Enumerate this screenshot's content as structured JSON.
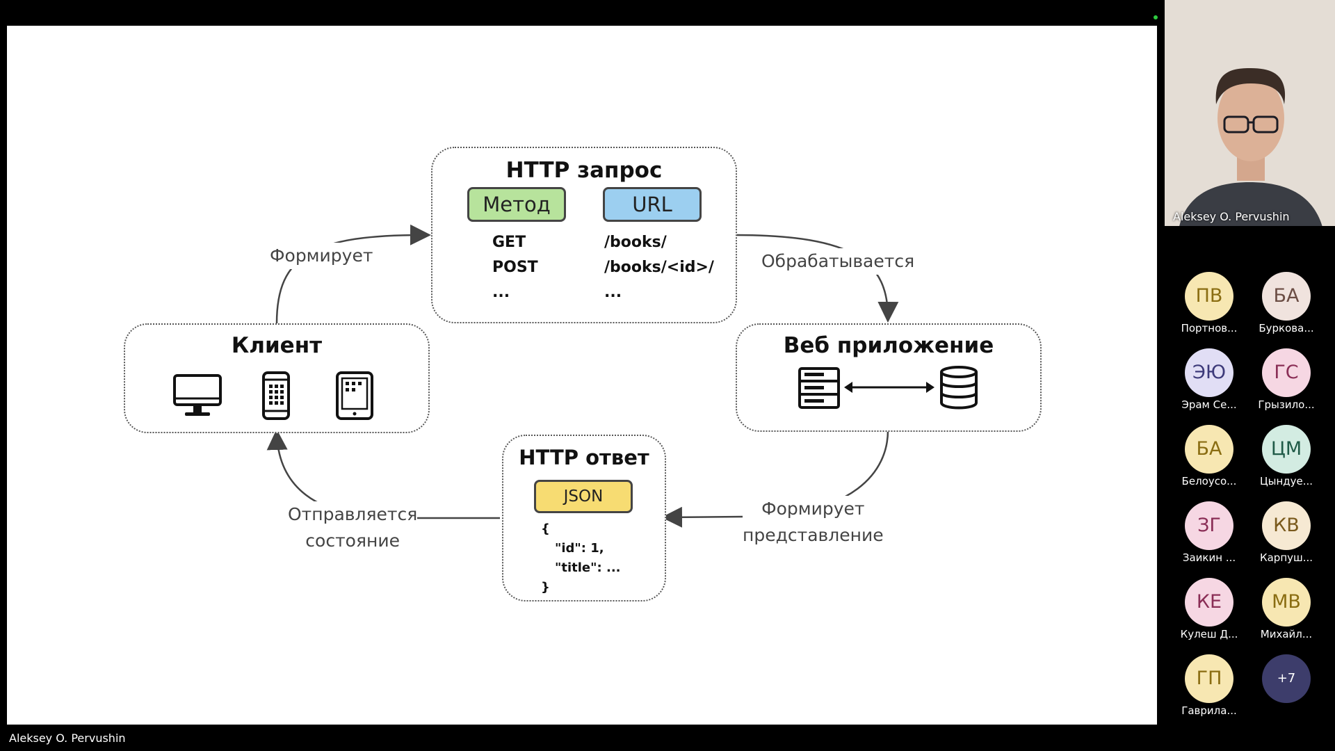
{
  "slide": {
    "request": {
      "title": "HTTP запрос",
      "method_label": "Метод",
      "url_label": "URL",
      "methods": [
        "GET",
        "POST",
        "..."
      ],
      "urls": [
        "/books/",
        "/books/<id>/",
        "..."
      ]
    },
    "client": {
      "title": "Клиент",
      "icons": [
        "monitor-icon",
        "phone-icon",
        "tablet-icon"
      ]
    },
    "webapp": {
      "title": "Веб приложение",
      "icons": [
        "server-icon",
        "bidirectional-arrow-icon",
        "database-icon"
      ]
    },
    "response": {
      "title": "HTTP ответ",
      "json_label": "JSON",
      "body_lines": [
        "{",
        "\"id\": 1,",
        "\"title\": ...",
        "}"
      ]
    },
    "flow_labels": {
      "client_to_request": "Формирует",
      "request_to_webapp": "Обрабатывается",
      "webapp_to_response_1": "Формирует",
      "webapp_to_response_2": "представление",
      "response_to_client_1": "Отправляется",
      "response_to_client_2": "состояние"
    },
    "colors": {
      "method_tag": "#b7e39c",
      "url_tag": "#9ccff0",
      "json_tag": "#f7dc72"
    }
  },
  "share_presenter_name": "Aleksey O. Pervushin",
  "camera": {
    "name": "Aleksey O. Pervushin"
  },
  "participants": [
    {
      "initials": "ПВ",
      "name": "Портнов...",
      "bg": "#f7e7b2",
      "fg": "#8a6d12"
    },
    {
      "initials": "БА",
      "name": "Буркова...",
      "bg": "#f0e3de",
      "fg": "#6b4d44"
    },
    {
      "initials": "ЭЮ",
      "name": "Эрам Се...",
      "bg": "#e1def5",
      "fg": "#3d3a7a"
    },
    {
      "initials": "ГС",
      "name": "Грызило...",
      "bg": "#f6d7e3",
      "fg": "#8a2e56"
    },
    {
      "initials": "БА",
      "name": "Белоусо...",
      "bg": "#f7e7b2",
      "fg": "#8a6d12"
    },
    {
      "initials": "ЦМ",
      "name": "Цындуе...",
      "bg": "#d3ece2",
      "fg": "#1f5a47"
    },
    {
      "initials": "ЗГ",
      "name": "Заикин ...",
      "bg": "#f6d7e3",
      "fg": "#8a2e56"
    },
    {
      "initials": "КВ",
      "name": "Карпуш...",
      "bg": "#f6e9d3",
      "fg": "#7a5a1d"
    },
    {
      "initials": "КЕ",
      "name": "Кулеш Д...",
      "bg": "#f6d7e3",
      "fg": "#8a2e56"
    },
    {
      "initials": "МВ",
      "name": "Михайл...",
      "bg": "#f7e7b2",
      "fg": "#8a6d12"
    },
    {
      "initials": "ГП",
      "name": "Гаврила...",
      "bg": "#f7e7b2",
      "fg": "#8a6d12"
    },
    {
      "initials": "+7",
      "name": "",
      "bg": "#3d3d6b",
      "fg": "#ffffff"
    }
  ]
}
